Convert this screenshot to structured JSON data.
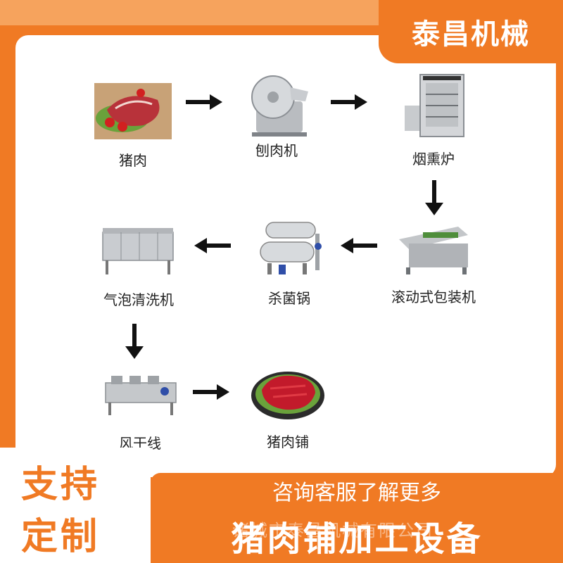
{
  "brand": "泰昌机械",
  "steps": [
    {
      "label": "猪肉",
      "icon": "raw-pork-image"
    },
    {
      "label": "刨肉机",
      "icon": "meat-slicer-image"
    },
    {
      "label": "烟熏炉",
      "icon": "smoke-oven-image"
    },
    {
      "label": "滚动式包装机",
      "icon": "rolling-packaging-machine-image"
    },
    {
      "label": "杀菌锅",
      "icon": "sterilization-retort-image"
    },
    {
      "label": "气泡清洗机",
      "icon": "bubble-washer-image"
    },
    {
      "label": "风干线",
      "icon": "air-drying-line-image"
    },
    {
      "label": "猪肉铺",
      "icon": "pork-jerky-image"
    }
  ],
  "promo": {
    "line1": "支持",
    "line2": "定制",
    "consult": "咨询客服了解更多",
    "title": "猪肉铺加工设备",
    "watermark": "诸城市泰昌机械有限公司"
  },
  "colors": {
    "accent": "#f07a24",
    "panel": "#ffffff"
  }
}
